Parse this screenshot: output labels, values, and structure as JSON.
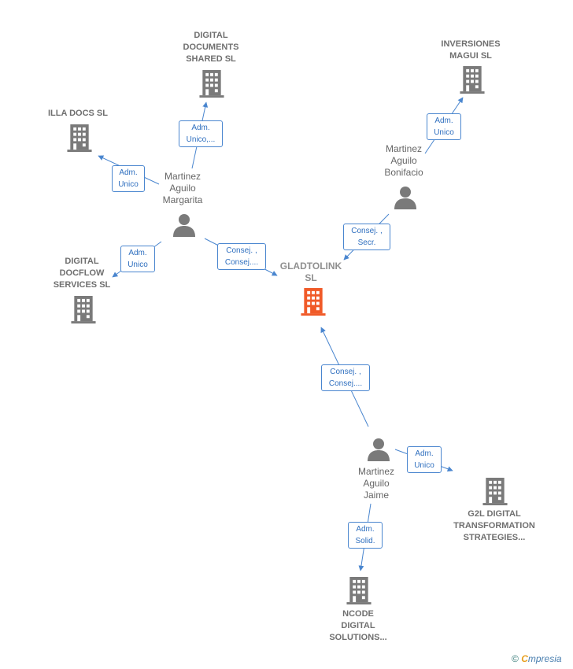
{
  "nodes": {
    "digital_documents": {
      "lines": [
        "DIGITAL",
        "DOCUMENTS",
        "SHARED  SL"
      ]
    },
    "inversiones": {
      "lines": [
        "INVERSIONES",
        "MAGUI  SL"
      ]
    },
    "illa_docs": {
      "lines": [
        "ILLA DOCS SL"
      ]
    },
    "digital_docflow": {
      "lines": [
        "DIGITAL",
        "DOCFLOW",
        "SERVICES  SL"
      ]
    },
    "gladtolink": {
      "lines": [
        "GLADTOLINK",
        "SL"
      ]
    },
    "g2l": {
      "lines": [
        "G2L DIGITAL",
        "TRANSFORMATION",
        "STRATEGIES..."
      ]
    },
    "ncode": {
      "lines": [
        "NCODE",
        "DIGITAL",
        "SOLUTIONS..."
      ]
    }
  },
  "persons": {
    "margarita": {
      "lines": [
        "Martinez",
        "Aguilo",
        "Margarita"
      ]
    },
    "bonifacio": {
      "lines": [
        "Martinez",
        "Aguilo",
        "Bonifacio"
      ]
    },
    "jaime": {
      "lines": [
        "Martinez",
        "Aguilo",
        "Jaime"
      ]
    }
  },
  "edges": {
    "margarita_digital_documents": {
      "lines": [
        "Adm.",
        "Unico,..."
      ]
    },
    "margarita_illa": {
      "lines": [
        "Adm.",
        "Unico"
      ]
    },
    "margarita_docflow": {
      "lines": [
        "Adm.",
        "Unico"
      ]
    },
    "margarita_gladtolink": {
      "lines": [
        "Consej. ,",
        "Consej...."
      ]
    },
    "bonifacio_inversiones": {
      "lines": [
        "Adm.",
        "Unico"
      ]
    },
    "bonifacio_gladtolink": {
      "lines": [
        "Consej. ,",
        "Secr."
      ]
    },
    "jaime_gladtolink": {
      "lines": [
        "Consej. ,",
        "Consej...."
      ]
    },
    "jaime_g2l": {
      "lines": [
        "Adm.",
        "Unico"
      ]
    },
    "jaime_ncode": {
      "lines": [
        "Adm.",
        "Solid."
      ]
    }
  },
  "colors": {
    "company": "#7a7a7a",
    "focus": "#f05a28",
    "edge": "#4a86cf",
    "person": "#7a7a7a"
  },
  "icons": {
    "company": "building-icon",
    "person": "person-icon"
  },
  "watermark": {
    "copyright": "©",
    "brand_first": "C",
    "brand_rest": "mpresia"
  }
}
